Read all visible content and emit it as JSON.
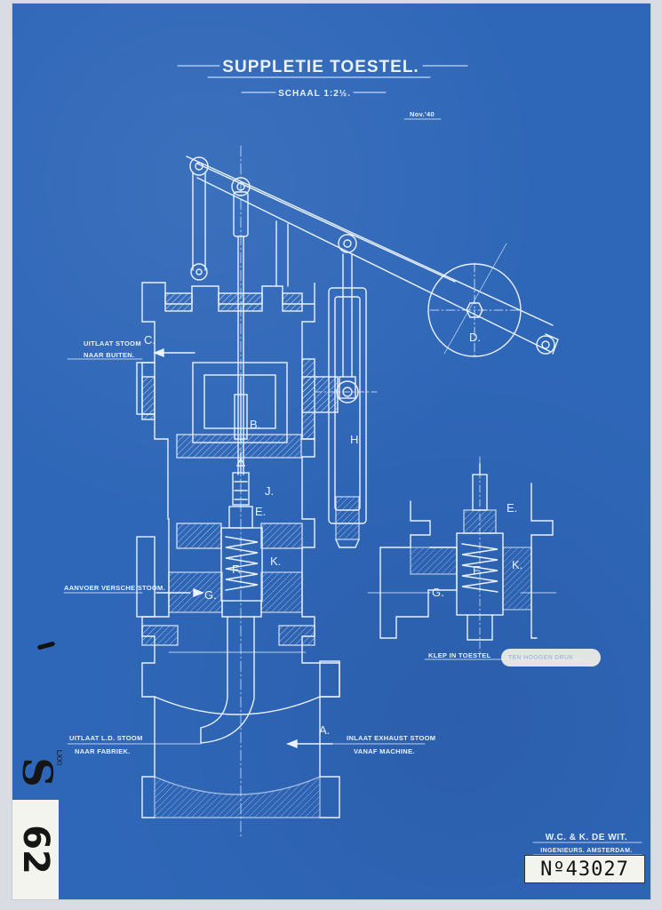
{
  "drawing": {
    "title": "SUPPLETIE TOESTEL.",
    "scale": "SCHAAL 1:2½.",
    "date": "Nov.'40"
  },
  "callouts": {
    "outlet_top_1": "UITLAAT STOOM",
    "outlet_top_2": "NAAR BUITEN.",
    "fresh_steam": "AANVOER VERSCHE STOOM.",
    "outlet_ld_1": "UITLAAT L.D. STOOM",
    "outlet_ld_2": "NAAR FABRIEK.",
    "inlet_1": "INLAAT EXHAUST STOOM",
    "inlet_2": "VANAF MACHINE.",
    "valve_caption": "KLEP IN TOESTEL",
    "valve_caption_hidden": "TEN HOOGEN DRUK"
  },
  "letters": {
    "A": "A.",
    "B": "B.",
    "C": "C.",
    "D": "D.",
    "E": "E.",
    "F": "F.",
    "G": "G.",
    "H": "H",
    "J": "J.",
    "K": "K.",
    "E2": "E.",
    "F2": "F.",
    "G2": "G.",
    "K2": "K."
  },
  "firm": {
    "name": "W.C. & K. DE WIT.",
    "sub": "INGENIEURS. AMSTERDAM."
  },
  "drawing_number": "Nº43027",
  "archive_stamp": {
    "letter": "S",
    "sub": "LXXI",
    "number": "62"
  },
  "colors": {
    "paper": "#2f67b8",
    "lines": "#eaf2ff"
  }
}
